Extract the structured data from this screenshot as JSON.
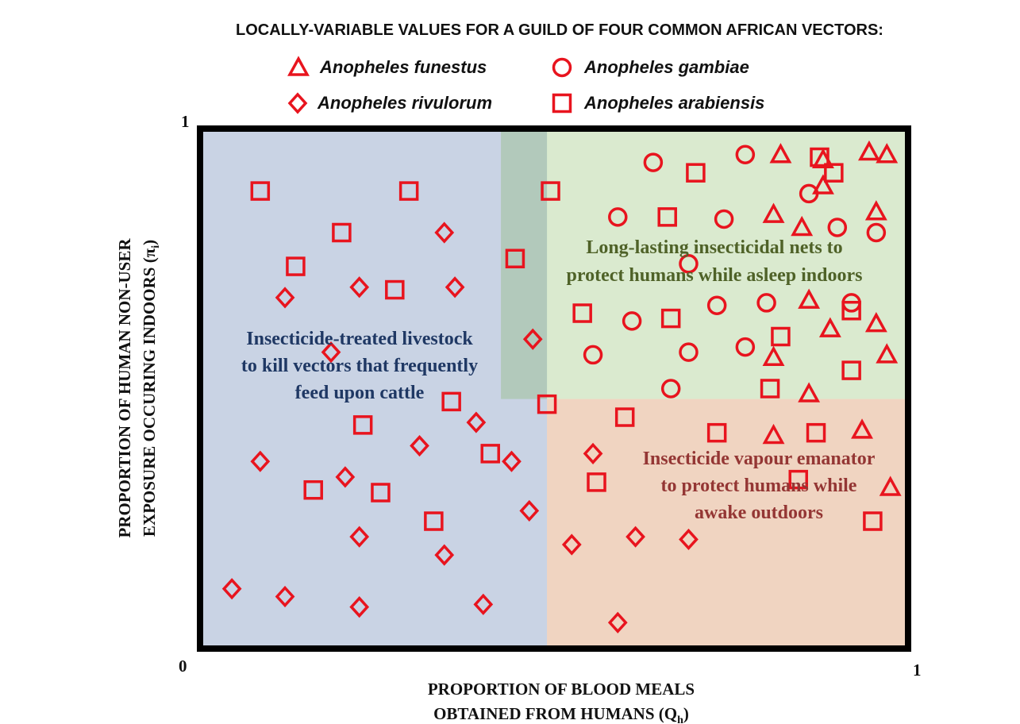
{
  "chart_data": {
    "type": "scatter",
    "title": "LOCALLY-VARIABLE VALUES FOR A GUILD OF FOUR COMMON AFRICAN VECTORS:",
    "xlabel_lines": [
      "PROPORTION OF BLOOD MEALS",
      "OBTAINED FROM HUMANS (Q",
      "h",
      ")"
    ],
    "ylabel_lines": [
      "PROPORTION OF HUMAN NON-USER",
      "EXPOSURE OCCURING INDOORS (π",
      "i",
      ")"
    ],
    "xlim": [
      0,
      1
    ],
    "ylim": [
      0,
      1
    ],
    "ticks": {
      "origin": "0",
      "x_max": "1",
      "y_max": "1"
    },
    "marker_color": "#e8141e",
    "legend": [
      {
        "name": "Anopheles funestus",
        "marker": "triangle"
      },
      {
        "name": "Anopheles gambiae",
        "marker": "circle"
      },
      {
        "name": "Anopheles rivulorum",
        "marker": "diamond"
      },
      {
        "name": "Anopheles arabiensis",
        "marker": "square"
      }
    ],
    "regions": [
      {
        "label_lines": [
          "Insecticide-treated livestock",
          "to kill vectors that frequently",
          "feed upon cattle"
        ],
        "x_range": [
          0,
          0.49
        ],
        "y_range": [
          0,
          1
        ],
        "color": "#2f5597",
        "text_color": "#1f3864"
      },
      {
        "label_lines": [
          "Long-lasting insecticidal nets to",
          "protect humans while asleep indoors"
        ],
        "x_range": [
          0.425,
          1
        ],
        "y_range": [
          0.48,
          1
        ],
        "color": "#70ad47",
        "text_color": "#4f6228"
      },
      {
        "label_lines": [
          "Insecticide vapour emanator",
          "to protect humans while",
          "awake outdoors"
        ],
        "x_range": [
          0.49,
          1
        ],
        "y_range": [
          0,
          0.48
        ],
        "color": "#c55a11",
        "text_color": "#943634"
      }
    ],
    "series": [
      {
        "name": "Anopheles funestus",
        "marker": "triangle",
        "points": [
          [
            0.82,
            0.95
          ],
          [
            0.88,
            0.94
          ],
          [
            0.945,
            0.955
          ],
          [
            0.97,
            0.95
          ],
          [
            0.88,
            0.89
          ],
          [
            0.955,
            0.84
          ],
          [
            0.81,
            0.835
          ],
          [
            0.85,
            0.81
          ],
          [
            0.86,
            0.67
          ],
          [
            0.955,
            0.625
          ],
          [
            0.89,
            0.615
          ],
          [
            0.97,
            0.565
          ],
          [
            0.81,
            0.56
          ],
          [
            0.86,
            0.49
          ],
          [
            0.935,
            0.42
          ],
          [
            0.81,
            0.41
          ],
          [
            0.975,
            0.31
          ]
        ]
      },
      {
        "name": "Anopheles gambiae",
        "marker": "circle",
        "points": [
          [
            0.64,
            0.935
          ],
          [
            0.77,
            0.95
          ],
          [
            0.86,
            0.875
          ],
          [
            0.59,
            0.83
          ],
          [
            0.74,
            0.826
          ],
          [
            0.9,
            0.81
          ],
          [
            0.955,
            0.8
          ],
          [
            0.69,
            0.74
          ],
          [
            0.73,
            0.66
          ],
          [
            0.8,
            0.665
          ],
          [
            0.92,
            0.665
          ],
          [
            0.61,
            0.63
          ],
          [
            0.77,
            0.58
          ],
          [
            0.69,
            0.57
          ],
          [
            0.555,
            0.565
          ],
          [
            0.665,
            0.5
          ]
        ]
      },
      {
        "name": "Anopheles rivulorum",
        "marker": "diamond",
        "points": [
          [
            0.345,
            0.8
          ],
          [
            0.225,
            0.695
          ],
          [
            0.36,
            0.695
          ],
          [
            0.12,
            0.675
          ],
          [
            0.47,
            0.595
          ],
          [
            0.185,
            0.57
          ],
          [
            0.39,
            0.435
          ],
          [
            0.31,
            0.39
          ],
          [
            0.555,
            0.375
          ],
          [
            0.085,
            0.36
          ],
          [
            0.44,
            0.36
          ],
          [
            0.205,
            0.33
          ],
          [
            0.465,
            0.265
          ],
          [
            0.225,
            0.215
          ],
          [
            0.345,
            0.18
          ],
          [
            0.525,
            0.2
          ],
          [
            0.615,
            0.215
          ],
          [
            0.69,
            0.21
          ],
          [
            0.045,
            0.115
          ],
          [
            0.12,
            0.1
          ],
          [
            0.225,
            0.08
          ],
          [
            0.4,
            0.085
          ],
          [
            0.59,
            0.05
          ]
        ]
      },
      {
        "name": "Anopheles arabiensis",
        "marker": "square",
        "points": [
          [
            0.085,
            0.88
          ],
          [
            0.295,
            0.88
          ],
          [
            0.495,
            0.88
          ],
          [
            0.7,
            0.915
          ],
          [
            0.875,
            0.945
          ],
          [
            0.895,
            0.915
          ],
          [
            0.2,
            0.8
          ],
          [
            0.66,
            0.83
          ],
          [
            0.135,
            0.735
          ],
          [
            0.445,
            0.75
          ],
          [
            0.275,
            0.69
          ],
          [
            0.54,
            0.645
          ],
          [
            0.665,
            0.635
          ],
          [
            0.82,
            0.6
          ],
          [
            0.92,
            0.65
          ],
          [
            0.92,
            0.535
          ],
          [
            0.805,
            0.5
          ],
          [
            0.355,
            0.475
          ],
          [
            0.49,
            0.47
          ],
          [
            0.6,
            0.445
          ],
          [
            0.23,
            0.43
          ],
          [
            0.73,
            0.415
          ],
          [
            0.87,
            0.415
          ],
          [
            0.41,
            0.375
          ],
          [
            0.56,
            0.32
          ],
          [
            0.845,
            0.325
          ],
          [
            0.16,
            0.305
          ],
          [
            0.255,
            0.3
          ],
          [
            0.33,
            0.245
          ],
          [
            0.95,
            0.245
          ]
        ]
      }
    ]
  }
}
